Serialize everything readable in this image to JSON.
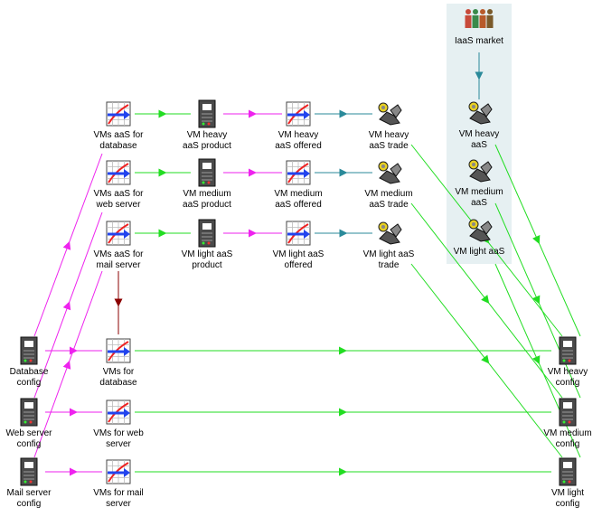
{
  "nodes": [
    {
      "id": "iaas_market",
      "lines": [
        "IaaS market"
      ],
      "icon": "people-icon"
    },
    {
      "id": "vm_heavy_aas",
      "lines": [
        "VM heavy",
        "aaS"
      ],
      "icon": "handshake-icon"
    },
    {
      "id": "vm_medium_aas",
      "lines": [
        "VM medium",
        "aaS"
      ],
      "icon": "handshake-icon"
    },
    {
      "id": "vm_light_aas",
      "lines": [
        "VM light aaS"
      ],
      "icon": "handshake-icon"
    },
    {
      "id": "vms_aas_db",
      "lines": [
        "VMs aaS for",
        "database"
      ],
      "icon": "process-chart-icon"
    },
    {
      "id": "vm_heavy_product",
      "lines": [
        "VM heavy",
        "aaS product"
      ],
      "icon": "server-icon"
    },
    {
      "id": "vm_heavy_offered",
      "lines": [
        "VM heavy",
        "aaS offered"
      ],
      "icon": "process-chart-icon"
    },
    {
      "id": "vm_heavy_trade",
      "lines": [
        "VM heavy",
        "aaS trade"
      ],
      "icon": "handshake-icon"
    },
    {
      "id": "vms_aas_web",
      "lines": [
        "VMs aaS for",
        "web server"
      ],
      "icon": "process-chart-icon"
    },
    {
      "id": "vm_medium_product",
      "lines": [
        "VM medium",
        "aaS product"
      ],
      "icon": "server-icon"
    },
    {
      "id": "vm_medium_offered",
      "lines": [
        "VM medium",
        "aaS offered"
      ],
      "icon": "process-chart-icon"
    },
    {
      "id": "vm_medium_trade",
      "lines": [
        "VM medium",
        "aaS trade"
      ],
      "icon": "handshake-icon"
    },
    {
      "id": "vms_aas_mail",
      "lines": [
        "VMs aaS for",
        "mail server"
      ],
      "icon": "process-chart-icon"
    },
    {
      "id": "vm_light_product",
      "lines": [
        "VM light aaS",
        "product"
      ],
      "icon": "server-icon"
    },
    {
      "id": "vm_light_offered",
      "lines": [
        "VM light aaS",
        "offered"
      ],
      "icon": "process-chart-icon"
    },
    {
      "id": "vm_light_trade",
      "lines": [
        "VM light aaS",
        "trade"
      ],
      "icon": "handshake-icon"
    },
    {
      "id": "db_config",
      "lines": [
        "Database",
        "config"
      ],
      "icon": "server-icon"
    },
    {
      "id": "vms_db",
      "lines": [
        "VMs for",
        "database"
      ],
      "icon": "process-chart-icon"
    },
    {
      "id": "vm_heavy_config",
      "lines": [
        "VM heavy",
        "config"
      ],
      "icon": "server-icon"
    },
    {
      "id": "web_config",
      "lines": [
        "Web server",
        "config"
      ],
      "icon": "server-icon"
    },
    {
      "id": "vms_web",
      "lines": [
        "VMs for web",
        "server"
      ],
      "icon": "process-chart-icon"
    },
    {
      "id": "vm_medium_config",
      "lines": [
        "VM medium",
        "config"
      ],
      "icon": "server-icon"
    },
    {
      "id": "mail_config",
      "lines": [
        "Mail server",
        "config"
      ],
      "icon": "server-icon"
    },
    {
      "id": "vms_mail",
      "lines": [
        "VMs for mail",
        "server"
      ],
      "icon": "process-chart-icon"
    },
    {
      "id": "vm_light_config",
      "lines": [
        "VM light",
        "config"
      ],
      "icon": "server-icon"
    }
  ],
  "edges": [
    {
      "from": "vms_aas_db",
      "to": "vm_heavy_product",
      "color": "#22dd22"
    },
    {
      "from": "vm_heavy_product",
      "to": "vm_heavy_offered",
      "color": "#ee22ee"
    },
    {
      "from": "vm_heavy_offered",
      "to": "vm_heavy_trade",
      "color": "#2a8a9a"
    },
    {
      "from": "vms_aas_web",
      "to": "vm_medium_product",
      "color": "#22dd22"
    },
    {
      "from": "vm_medium_product",
      "to": "vm_medium_offered",
      "color": "#ee22ee"
    },
    {
      "from": "vm_medium_offered",
      "to": "vm_medium_trade",
      "color": "#2a8a9a"
    },
    {
      "from": "vms_aas_mail",
      "to": "vm_light_product",
      "color": "#22dd22"
    },
    {
      "from": "vm_light_product",
      "to": "vm_light_offered",
      "color": "#ee22ee"
    },
    {
      "from": "vm_light_offered",
      "to": "vm_light_trade",
      "color": "#2a8a9a"
    },
    {
      "from": "iaas_market",
      "to": "vm_heavy_aas",
      "color": "#2a8a9a"
    },
    {
      "from": "vms_aas_mail",
      "to": "vms_db",
      "color": "#8b0000"
    },
    {
      "from": "db_config",
      "to": "vms_db",
      "color": "#ee22ee"
    },
    {
      "from": "web_config",
      "to": "vms_web",
      "color": "#ee22ee"
    },
    {
      "from": "mail_config",
      "to": "vms_mail",
      "color": "#ee22ee"
    },
    {
      "from": "db_config",
      "to": "vms_aas_db",
      "color": "#ee22ee"
    },
    {
      "from": "web_config",
      "to": "vms_aas_web",
      "color": "#ee22ee"
    },
    {
      "from": "mail_config",
      "to": "vms_aas_mail",
      "color": "#ee22ee"
    },
    {
      "from": "vms_db",
      "to": "vm_heavy_config",
      "color": "#22dd22"
    },
    {
      "from": "vms_web",
      "to": "vm_medium_config",
      "color": "#22dd22"
    },
    {
      "from": "vms_mail",
      "to": "vm_light_config",
      "color": "#22dd22"
    },
    {
      "from": "vm_heavy_trade",
      "to": "vm_heavy_config",
      "color": "#22dd22"
    },
    {
      "from": "vm_medium_trade",
      "to": "vm_medium_config",
      "color": "#22dd22"
    },
    {
      "from": "vm_light_trade",
      "to": "vm_light_config",
      "color": "#22dd22"
    },
    {
      "from": "vm_heavy_aas",
      "to": "vm_heavy_config",
      "color": "#22dd22"
    },
    {
      "from": "vm_medium_aas",
      "to": "vm_medium_config",
      "color": "#22dd22"
    },
    {
      "from": "vm_light_aas",
      "to": "vm_light_config",
      "color": "#22dd22"
    }
  ]
}
